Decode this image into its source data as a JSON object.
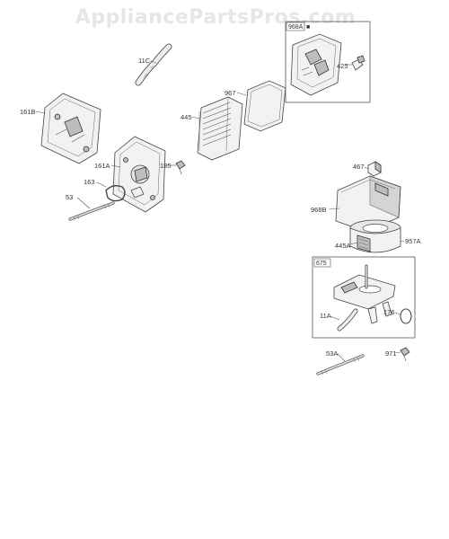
{
  "watermark": "AppliancePartsPros.com",
  "kit_boxes": [
    {
      "id": "968A",
      "label": "968A",
      "marker": "■"
    },
    {
      "id": "675",
      "label": "675"
    }
  ],
  "callouts": {
    "11C": "11C",
    "425": "425",
    "161B": "161B",
    "967": "967",
    "445": "445",
    "161A": "161A",
    "185": "185",
    "163": "163",
    "53": "53",
    "467": "467",
    "968B": "968B",
    "445A": "445A",
    "957A": "957A",
    "11A": "11A",
    "176": "176",
    "53A": "53A",
    "971": "971"
  }
}
